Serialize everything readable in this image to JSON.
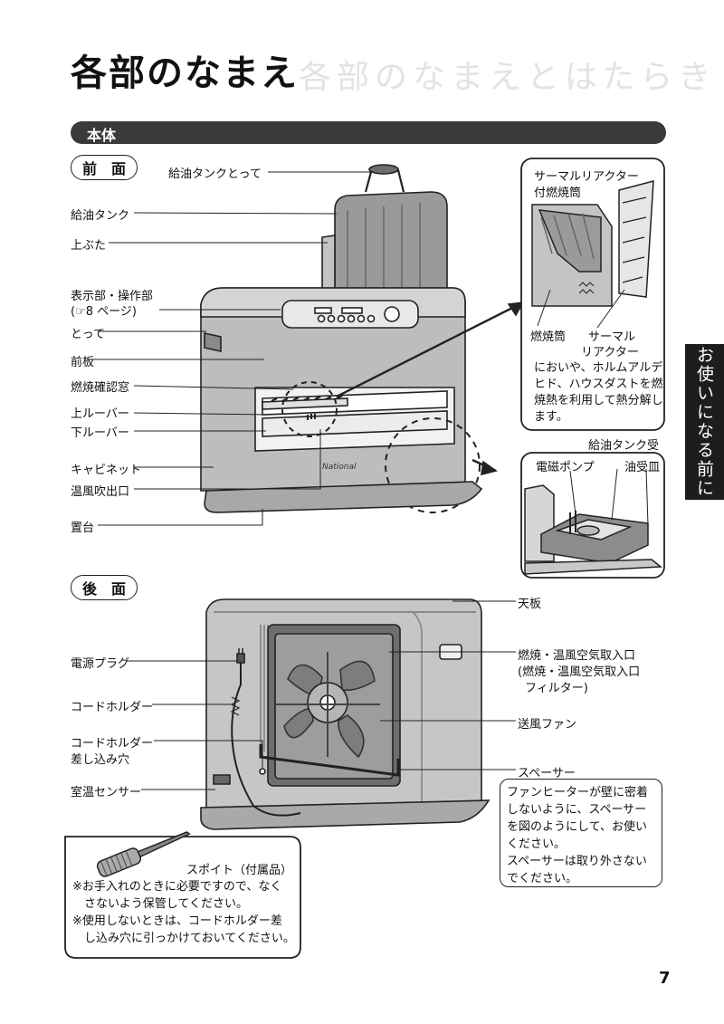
{
  "page": {
    "title": "各部のなまえ",
    "ghost_title": "各部のなまえとはたらき",
    "section": "本体",
    "side_tab": "お使いになる前に",
    "page_number": "7"
  },
  "front": {
    "heading": "前　面",
    "labels": {
      "tank_handle": "給油タンクとって",
      "tank": "給油タンク",
      "lid": "上ぶた",
      "display_1": "表示部・操作部",
      "display_2": "(☞8 ページ)",
      "handle": "とって",
      "front_panel": "前板",
      "window": "燃焼確認窓",
      "upper_louver": "上ルーバー",
      "lower_louver": "下ルーバー",
      "cabinet": "キャビネット",
      "outlet": "温風吹出口",
      "base": "置台"
    },
    "heater_brand": "National"
  },
  "reactor_box": {
    "title_1": "サーマルリアクター",
    "title_2": "付燃焼筒",
    "label_burner": "燃焼筒",
    "label_reactor_1": "サーマル",
    "label_reactor_2": "リアクター",
    "desc_1": "においや、ホルムアルデ",
    "desc_2": "ヒド、ハウスダストを燃",
    "desc_3": "焼熱を利用して熱分解し",
    "desc_4": "ます。"
  },
  "tank_box": {
    "label_receiver": "給油タンク受",
    "label_pump": "電磁ポンプ",
    "label_tray": "油受皿"
  },
  "back": {
    "heading": "後　面",
    "labels": {
      "top_plate": "天板",
      "power_plug": "電源プラグ",
      "cord_holder": "コードホルダー",
      "cord_hole_1": "コードホルダー",
      "cord_hole_2": "差し込み穴",
      "sensor": "室温センサー",
      "intake_1": "燃焼・温風空気取入口",
      "intake_2": "(燃焼・温風空気取入口",
      "intake_3": "フィルター)",
      "fan": "送風ファン",
      "spacer": "スペーサー"
    }
  },
  "spacer_note": {
    "line1": "ファンヒーターが壁に密着",
    "line2": "しないように、スペーサー",
    "line3": "を図のようにして、お使い",
    "line4": "ください。",
    "line5": "スペーサーは取り外さない",
    "line6": "でください。"
  },
  "dropper_note": {
    "title": "スポイト（付属品）",
    "line1": "※お手入れのときに必要ですので、なく",
    "line2": "　さないよう保管してください。",
    "line3": "※使用しないときは、コードホルダー差",
    "line4": "　し込み穴に引っかけておいてください。"
  }
}
